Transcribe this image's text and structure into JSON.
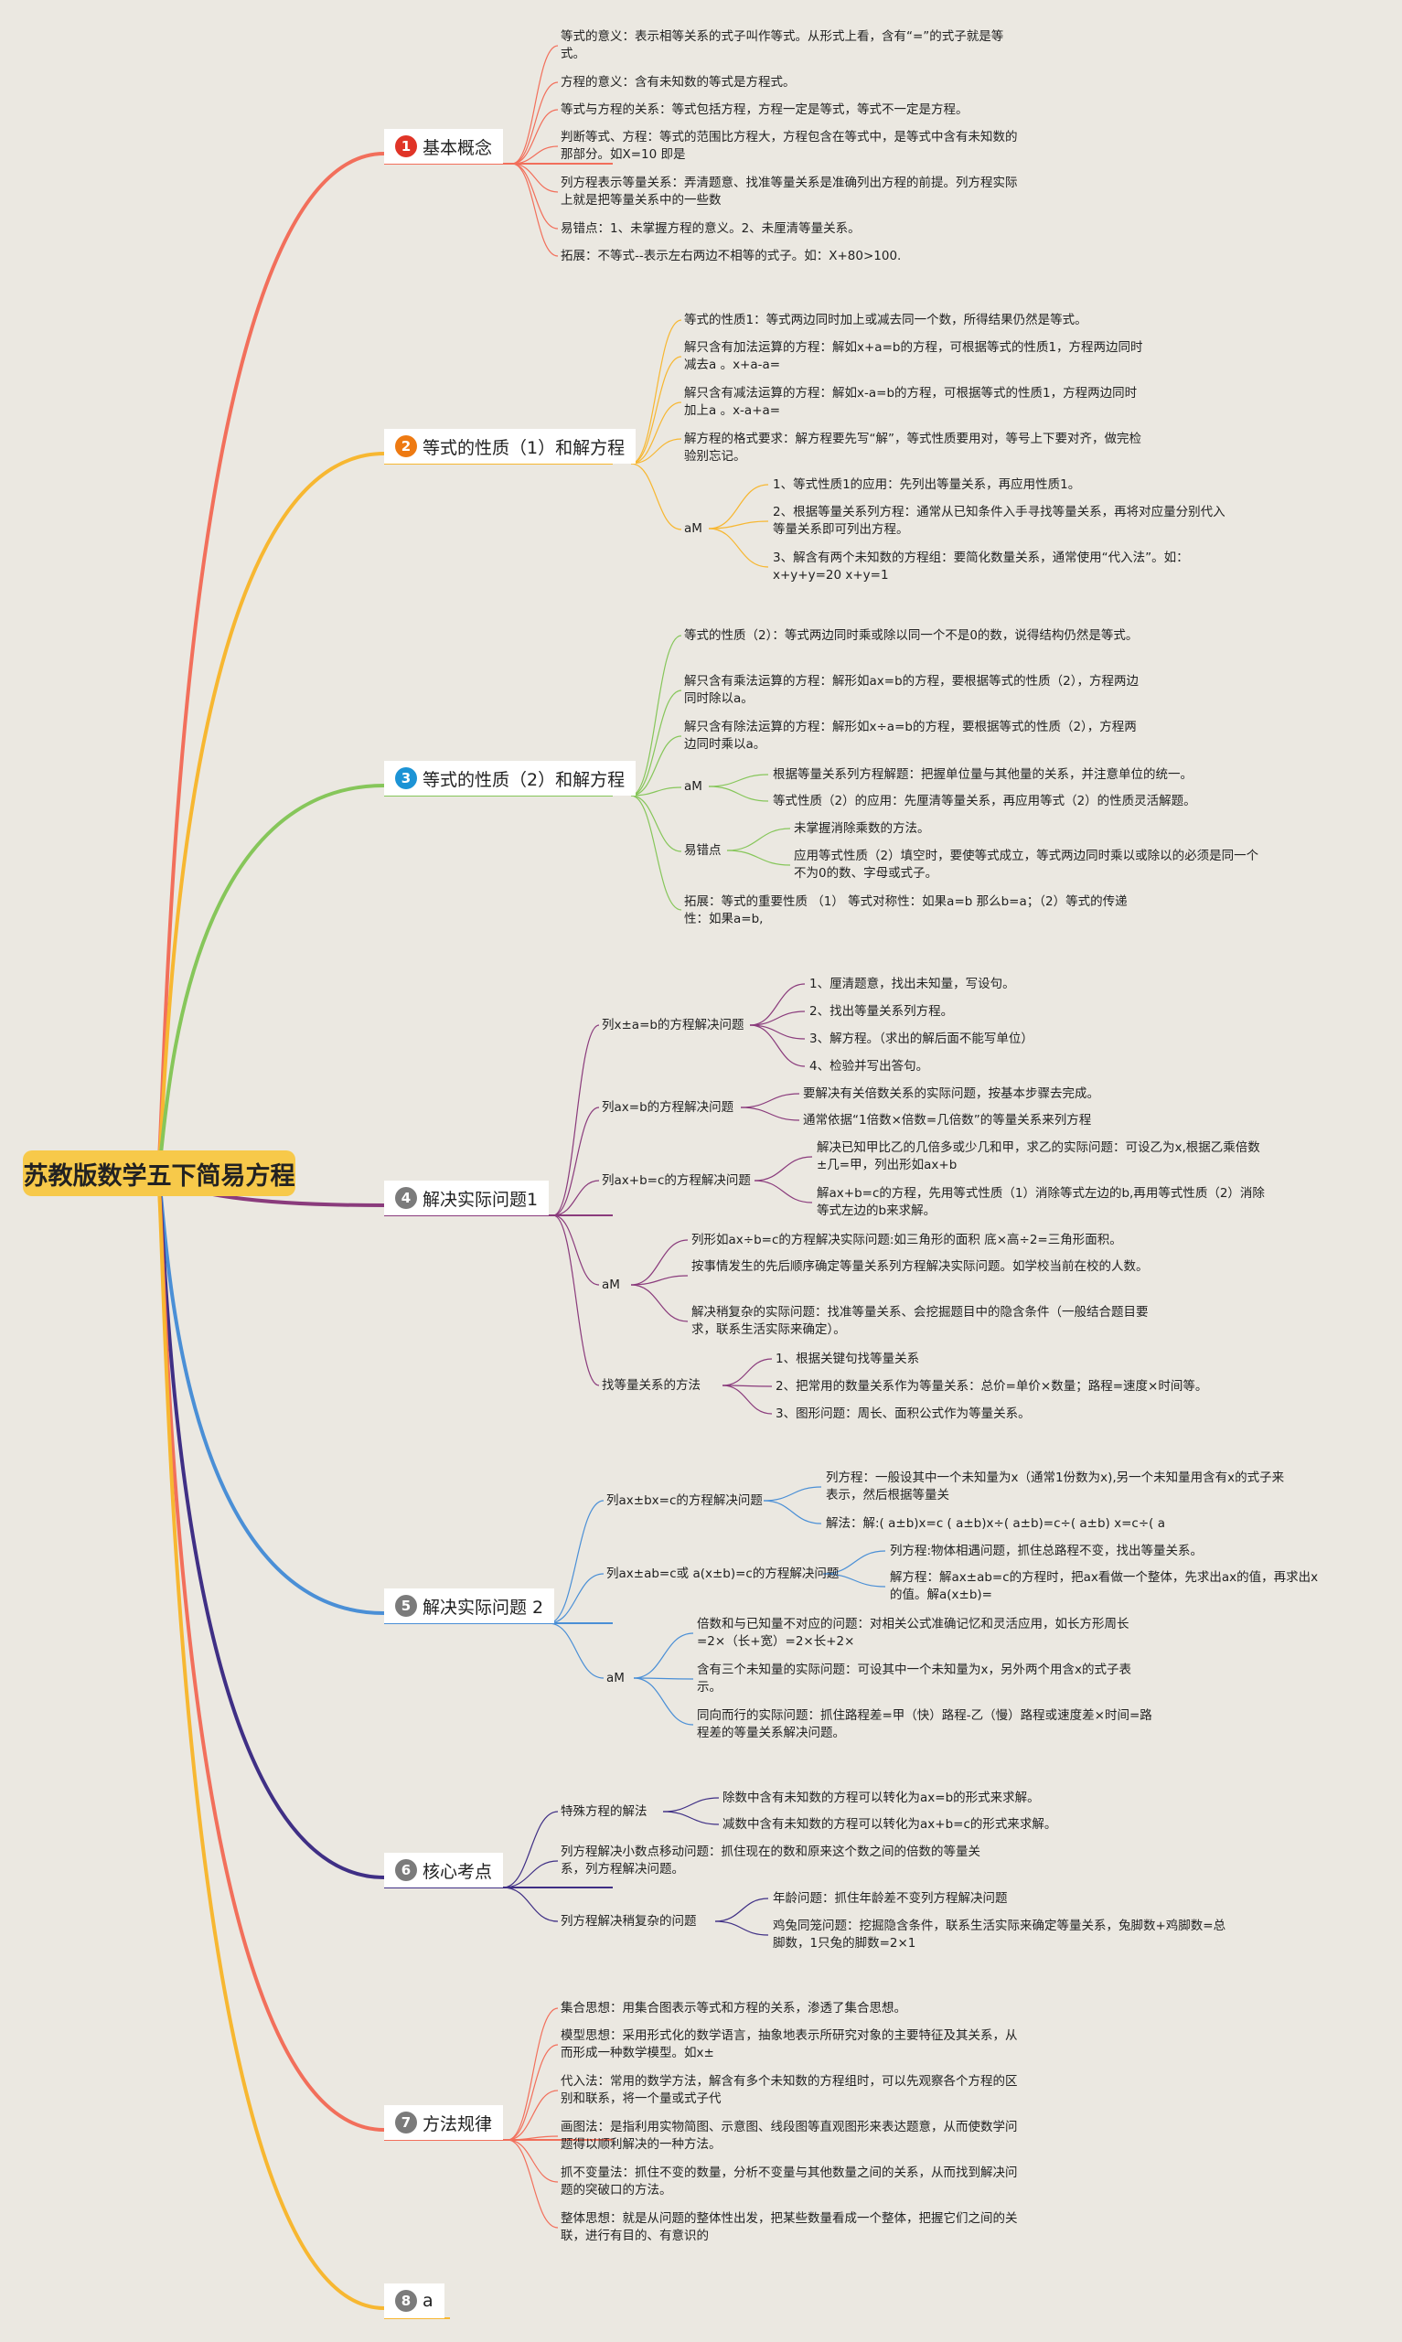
{
  "root": {
    "label": "苏教版数学五下简易方程"
  },
  "branches": [
    {
      "num": "1",
      "label": "基本概念",
      "color": "#f26f5b",
      "badge": "#e03427"
    },
    {
      "num": "2",
      "label": "等式的性质（1）和解方程",
      "color": "#f7b731",
      "badge": "#ee7a12"
    },
    {
      "num": "3",
      "label": "等式的性质（2）和解方程",
      "color": "#86c65a",
      "badge": "#1c93d5"
    },
    {
      "num": "4",
      "label": "解决实际问题1",
      "color": "#8a3b7c",
      "badge": "#7b7b7b"
    },
    {
      "num": "5",
      "label": "解决实际问题 2",
      "color": "#4a8fd6",
      "badge": "#7b7b7b"
    },
    {
      "num": "6",
      "label": "核心考点",
      "color": "#3f2f85",
      "badge": "#7b7b7b"
    },
    {
      "num": "7",
      "label": "方法规律",
      "color": "#f26f5b",
      "badge": "#7b7b7b"
    },
    {
      "num": "8",
      "label": "a",
      "color": "#f7b731",
      "badge": "#7b7b7b"
    }
  ],
  "nodes": {
    "b1_1": "等式的意义：表示相等关系的式子叫作等式。从形式上看，含有“=”的式子就是等式。",
    "b1_2": "方程的意义：含有未知数的等式是方程式。",
    "b1_3": "等式与方程的关系：等式包括方程，方程一定是等式，等式不一定是方程。",
    "b1_4": "判断等式、方程：等式的范围比方程大，方程包含在等式中，是等式中含有未知数的那部分。如X=10 即是",
    "b1_5": "列方程表示等量关系：弄清题意、找准等量关系是准确列出方程的前提。列方程实际上就是把等量关系中的一些数",
    "b1_6": "易错点：1、未掌握方程的意义。2、未厘清等量关系。",
    "b1_7": "拓展：不等式--表示左右两边不相等的式子。如：X+80>100.",
    "b2_1": "等式的性质1：等式两边同时加上或减去同一个数，所得结果仍然是等式。",
    "b2_2": "解只含有加法运算的方程：解如x+a=b的方程，可根据等式的性质1，方程两边同时减去a 。x+a-a=",
    "b2_3": "解只含有减法运算的方程：解如x-a=b的方程，可根据等式的性质1，方程两边同时加上a 。x-a+a=",
    "b2_4": "解方程的格式要求：解方程要先写“解”，等式性质要用对，等号上下要对齐，做完检验别忘记。",
    "b2_aM": "aM",
    "b2_aM_1": "1、等式性质1的应用：先列出等量关系，再应用性质1。",
    "b2_aM_2": "2、根据等量关系列方程：通常从已知条件入手寻找等量关系，再将对应量分别代入等量关系即可列出方程。",
    "b2_aM_3": "3、解含有两个未知数的方程组：要简化数量关系，通常使用“代入法”。如：x+y+y=20 x+y=1",
    "b3_1": "等式的性质（2）：等式两边同时乘或除以同一个不是0的数，说得结构仍然是等式。",
    "b3_2": "解只含有乘法运算的方程：解形如ax=b的方程，要根据等式的性质（2），方程两边同时除以a。",
    "b3_3": "解只含有除法运算的方程：解形如x÷a=b的方程，要根据等式的性质（2），方程两边同时乘以a。",
    "b3_aM": "aM",
    "b3_aM_1": "根据等量关系列方程解题：把握单位量与其他量的关系，并注意单位的统一。",
    "b3_aM_2": "等式性质（2）的应用：先厘清等量关系，再应用等式（2）的性质灵活解题。",
    "b3_err": "易错点",
    "b3_err_1": "未掌握消除乘数的方法。",
    "b3_err_2": "应用等式性质（2）填空时，要使等式成立，等式两边同时乘以或除以的必须是同一个不为0的数、字母或式子。",
    "b3_4": "拓展：等式的重要性质 （1） 等式对称性：如果a=b 那么b=a；（2）等式的传递性：如果a=b,",
    "b4_1": "列x±a=b的方程解决问题",
    "b4_1_1": "1、厘清题意，找出未知量，写设句。",
    "b4_1_2": "2、找出等量关系列方程。",
    "b4_1_3": "3、解方程。（求出的解后面不能写单位）",
    "b4_1_4": "4、检验并写出答句。",
    "b4_2": "列ax=b的方程解决问题",
    "b4_2_1": "要解决有关倍数关系的实际问题，按基本步骤去完成。",
    "b4_2_2": "通常依据“1倍数×倍数=几倍数”的等量关系来列方程",
    "b4_3": "列ax+b=c的方程解决问题",
    "b4_3_1": "解决已知甲比乙的几倍多或少几和甲，求乙的实际问题：可设乙为x,根据乙乘倍数±几=甲，列出形如ax+b",
    "b4_3_2": "解ax+b=c的方程，先用等式性质（1）消除等式左边的b,再用等式性质（2）消除等式左边的b来求解。",
    "b4_aM": "aM",
    "b4_aM_1": "列形如ax÷b=c的方程解决实际问题:如三角形的面积 底×高÷2=三角形面积。",
    "b4_aM_2": "按事情发生的先后顺序确定等量关系列方程解决实际问题。如学校当前在校的人数。",
    "b4_aM_3": "解决稍复杂的实际问题：找准等量关系、会挖掘题目中的隐含条件（一般结合题目要求，联系生活实际来确定）。",
    "b4_4": "找等量关系的方法",
    "b4_4_1": "1、根据关键句找等量关系",
    "b4_4_2": "2、把常用的数量关系作为等量关系：总价=单价×数量；路程=速度×时间等。",
    "b4_4_3": "3、图形问题：周长、面积公式作为等量关系。",
    "b5_1": "列ax±bx=c的方程解决问题",
    "b5_1_1": "列方程：一般设其中一个未知量为x（通常1份数为x),另一个未知量用含有x的式子来表示，然后根据等量关",
    "b5_1_2": "解法：解:( a±b)x=c ( a±b)x÷( a±b)=c÷( a±b) x=c÷( a",
    "b5_2": "列ax±ab=c或 a(x±b)=c的方程解决问题",
    "b5_2_1": "列方程:物体相遇问题，抓住总路程不变，找出等量关系。",
    "b5_2_2": "解方程：解ax±ab=c的方程时，把ax看做一个整体，先求出ax的值，再求出x的值。解a(x±b)=",
    "b5_aM": "aM",
    "b5_aM_1": "倍数和与已知量不对应的问题：对相关公式准确记忆和灵活应用，如长方形周长=2×（长+宽）=2×长+2×",
    "b5_aM_2": "含有三个未知量的实际问题：可设其中一个未知量为x，另外两个用含x的式子表示。",
    "b5_aM_3": "同向而行的实际问题：抓住路程差=甲（快）路程-乙（慢）路程或速度差×时间=路程差的等量关系解决问题。",
    "b6_1": "特殊方程的解法",
    "b6_1_1": "除数中含有未知数的方程可以转化为ax=b的形式来求解。",
    "b6_1_2": "减数中含有未知数的方程可以转化为ax+b=c的形式来求解。",
    "b6_2": "列方程解决小数点移动问题：抓住现在的数和原来这个数之间的倍数的等量关系，列方程解决问题。",
    "b6_3": "列方程解决稍复杂的问题",
    "b6_3_1": "年龄问题：抓住年龄差不变列方程解决问题",
    "b6_3_2": "鸡兔同笼问题：挖掘隐含条件，联系生活实际来确定等量关系，兔脚数+鸡脚数=总脚数，1只兔的脚数=2×1",
    "b7_1": "集合思想：用集合图表示等式和方程的关系，渗透了集合思想。",
    "b7_2": "模型思想：采用形式化的数学语言，抽象地表示所研究对象的主要特征及其关系，从而形成一种数学模型。如x±",
    "b7_3": "代入法：常用的数学方法，解含有多个未知数的方程组时，可以先观察各个方程的区别和联系，将一个量或式子代",
    "b7_4": "画图法：是指利用实物简图、示意图、线段图等直观图形来表达题意，从而使数学问题得以顺利解决的一种方法。",
    "b7_5": "抓不变量法：抓住不变的数量，分析不变量与其他数量之间的关系，从而找到解决问题的突破口的方法。",
    "b7_6": "整体思想：就是从问题的整体性出发，把某些数量看成一个整体，把握它们之间的关联，进行有目的、有意识的"
  }
}
